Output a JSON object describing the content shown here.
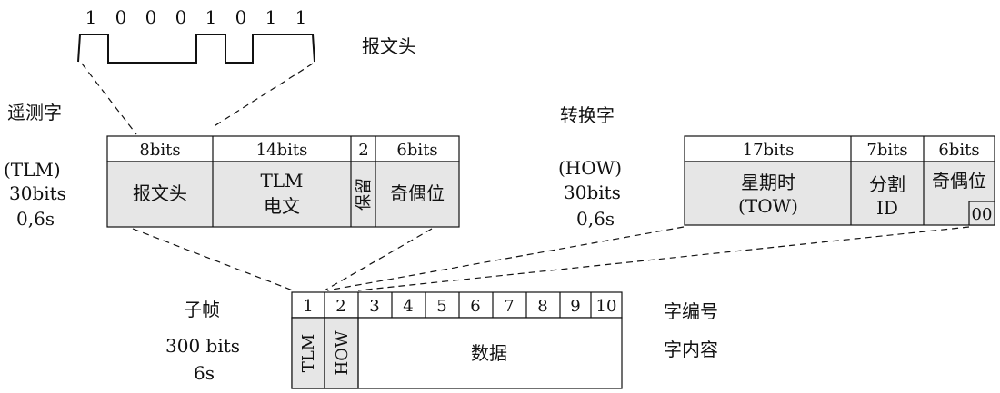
{
  "header_bits": [
    "1",
    "0",
    "0",
    "0",
    "1",
    "0",
    "1",
    "1"
  ],
  "header_title": "报文头",
  "tlm": {
    "title": "遥测字",
    "abbr": "(TLM)",
    "bits": "30bits",
    "time": "0,6s",
    "fields": [
      {
        "size": "8bits",
        "content": "报文头"
      },
      {
        "size": "14bits",
        "content_l1": "TLM",
        "content_l2": "电文"
      },
      {
        "size": "2",
        "content": "保留"
      },
      {
        "size": "6bits",
        "content": "奇偶位"
      }
    ]
  },
  "how": {
    "title": "转换字",
    "abbr": "(HOW)",
    "bits": "30bits",
    "time": "0,6s",
    "fields": [
      {
        "size": "17bits",
        "content_l1": "星期时",
        "content_l2": "(TOW)"
      },
      {
        "size": "7bits",
        "content_l1": "分割",
        "content_l2": "ID"
      },
      {
        "size": "6bits",
        "content": "奇偶位",
        "tail": "00"
      }
    ]
  },
  "subframe": {
    "title": "子帧",
    "bits": "300 bits",
    "time": "6s",
    "word_numbers": [
      "1",
      "2",
      "3",
      "4",
      "5",
      "6",
      "7",
      "8",
      "9",
      "10"
    ],
    "word_tlm": "TLM",
    "word_how": "HOW",
    "data_label": "数据",
    "number_caption": "字编号",
    "content_caption": "字内容"
  }
}
